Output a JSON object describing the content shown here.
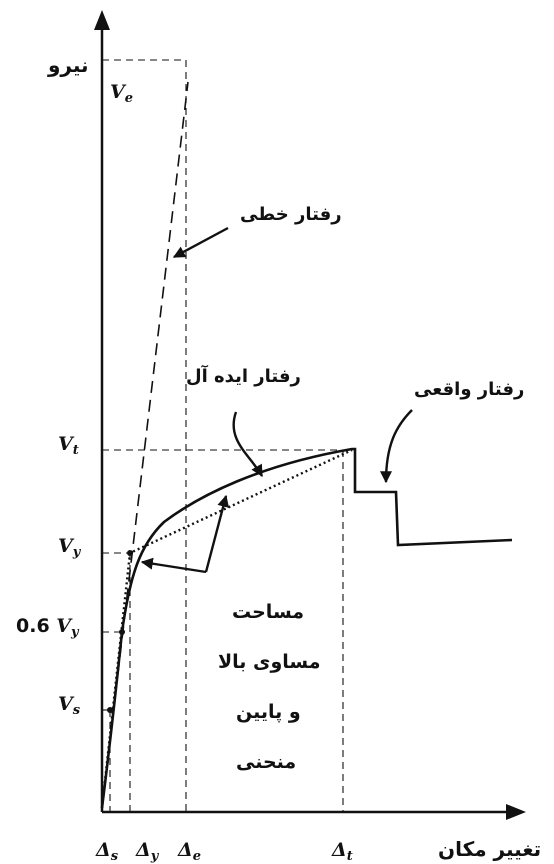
{
  "axes": {
    "y_label": "نیرو",
    "x_label": "تغییر مکان"
  },
  "y_ticks": [
    {
      "base": "V",
      "sub": "e",
      "prefix": ""
    },
    {
      "base": "V",
      "sub": "t",
      "prefix": ""
    },
    {
      "base": "V",
      "sub": "y",
      "prefix": ""
    },
    {
      "base": "V",
      "sub": "y",
      "prefix": "0.6 "
    },
    {
      "base": "V",
      "sub": "s",
      "prefix": ""
    }
  ],
  "x_ticks": [
    {
      "base": "Δ",
      "sub": "s"
    },
    {
      "base": "Δ",
      "sub": "y"
    },
    {
      "base": "Δ",
      "sub": "e"
    },
    {
      "base": "Δ",
      "sub": "t"
    }
  ],
  "annotations": {
    "linear": "رفتار خطی",
    "ideal": "رفتار ایده آل",
    "actual": "رفتار واقعی",
    "area_lines": [
      "مساحت",
      "مساوی بالا",
      "و پایین",
      "منحنی"
    ]
  },
  "colors": {
    "ink": "#111111"
  }
}
